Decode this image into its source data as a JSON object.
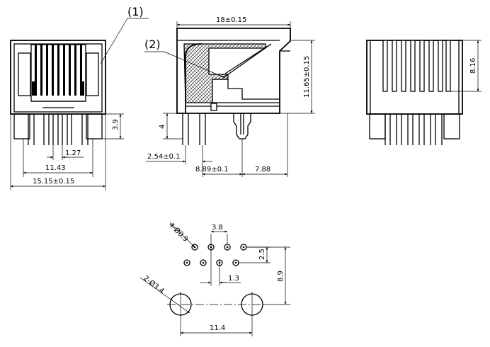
{
  "callouts": [
    "(1)",
    "(2)"
  ],
  "front_view": {
    "dims": {
      "height_pin": "3.9",
      "pitch": "1.27",
      "inner_width": "11.43",
      "overall_width": "15.15±0.15"
    }
  },
  "side_view": {
    "dims": {
      "length": "18±0.15",
      "height": "11.65±0.15",
      "standoff": "4",
      "pin_spacing": "2.54±0.1",
      "pin_offset": "8.89±0.1",
      "post_offset": "7.88"
    }
  },
  "back_view": {
    "dims": {
      "pin_height": "8.16"
    }
  },
  "pcb_layout": {
    "dims": {
      "pin_holes": "4-Ø0.9",
      "hole_spacing_x": "3.8",
      "row_offset_y": "2.5",
      "row_offset_x": "1.3",
      "total_y": "8.9",
      "post_holes": "2-Ø3.4",
      "post_spacing": "11.4"
    }
  }
}
